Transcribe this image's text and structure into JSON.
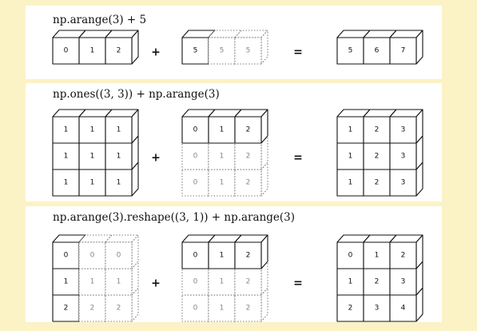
{
  "background_color": "#fbf2c6",
  "panel_color": "#ffffff",
  "panels": [
    {
      "expression": "np.arange(3) + 5",
      "operator": "+",
      "equals": "=",
      "left": {
        "values": [
          [
            "0",
            "1",
            "2"
          ]
        ],
        "ghost": []
      },
      "right": {
        "values": [
          [
            "5",
            "5",
            "5"
          ]
        ],
        "ghost": [
          [
            0,
            1
          ],
          [
            0,
            2
          ]
        ]
      },
      "result": {
        "values": [
          [
            "5",
            "6",
            "7"
          ]
        ],
        "ghost": []
      }
    },
    {
      "expression": "np.ones((3, 3)) + np.arange(3)",
      "operator": "+",
      "equals": "=",
      "left": {
        "values": [
          [
            "1",
            "1",
            "1"
          ],
          [
            "1",
            "1",
            "1"
          ],
          [
            "1",
            "1",
            "1"
          ]
        ],
        "ghost": []
      },
      "right": {
        "values": [
          [
            "0",
            "1",
            "2"
          ],
          [
            "0",
            "1",
            "2"
          ],
          [
            "0",
            "1",
            "2"
          ]
        ],
        "ghost": [
          [
            1,
            0
          ],
          [
            1,
            1
          ],
          [
            1,
            2
          ],
          [
            2,
            0
          ],
          [
            2,
            1
          ],
          [
            2,
            2
          ]
        ]
      },
      "result": {
        "values": [
          [
            "1",
            "2",
            "3"
          ],
          [
            "1",
            "2",
            "3"
          ],
          [
            "1",
            "2",
            "3"
          ]
        ],
        "ghost": []
      }
    },
    {
      "expression": "np.arange(3).reshape((3, 1)) + np.arange(3)",
      "operator": "+",
      "equals": "=",
      "left": {
        "values": [
          [
            "0",
            "0",
            "0"
          ],
          [
            "1",
            "1",
            "1"
          ],
          [
            "2",
            "2",
            "2"
          ]
        ],
        "ghost": [
          [
            0,
            1
          ],
          [
            0,
            2
          ],
          [
            1,
            1
          ],
          [
            1,
            2
          ],
          [
            2,
            1
          ],
          [
            2,
            2
          ]
        ]
      },
      "right": {
        "values": [
          [
            "0",
            "1",
            "2"
          ],
          [
            "0",
            "1",
            "2"
          ],
          [
            "0",
            "1",
            "2"
          ]
        ],
        "ghost": [
          [
            1,
            0
          ],
          [
            1,
            1
          ],
          [
            1,
            2
          ],
          [
            2,
            0
          ],
          [
            2,
            1
          ],
          [
            2,
            2
          ]
        ]
      },
      "result": {
        "values": [
          [
            "0",
            "1",
            "2"
          ],
          [
            "1",
            "2",
            "3"
          ],
          [
            "2",
            "3",
            "4"
          ]
        ],
        "ghost": []
      }
    }
  ]
}
